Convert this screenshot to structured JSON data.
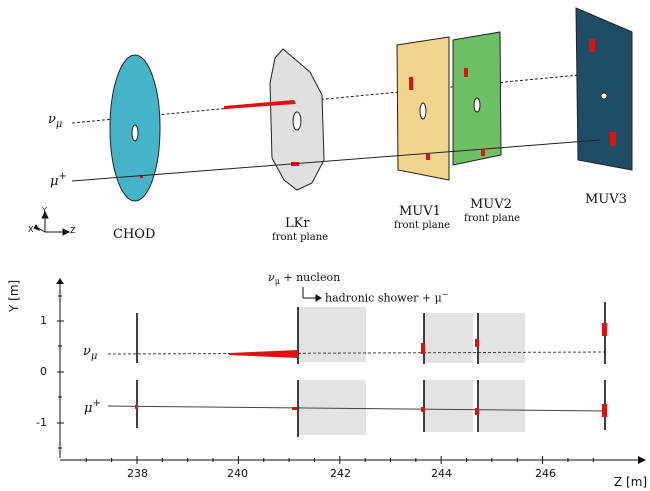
{
  "top": {
    "beams": [
      {
        "name": "nu",
        "label": "ν",
        "sub": "μ"
      },
      {
        "name": "mu",
        "label": "μ",
        "sup": "+"
      }
    ],
    "detectors": [
      {
        "name": "chod",
        "label": "CHOD",
        "sublabel": "",
        "color": "#46b4c8"
      },
      {
        "name": "lkr",
        "label": "LKr",
        "sublabel": "front plane",
        "color": "#e0e0e0"
      },
      {
        "name": "muv1",
        "label": "MUV1",
        "sublabel": "front plane",
        "color": "#f2d48c"
      },
      {
        "name": "muv2",
        "label": "MUV2",
        "sublabel": "front plane",
        "color": "#6cbf62"
      },
      {
        "name": "muv3",
        "label": "MUV3",
        "sublabel": "",
        "color": "#1e4e66"
      }
    ],
    "axes": {
      "x": "X",
      "y": "Y",
      "z": "Z"
    }
  },
  "bottom": {
    "ylabel": "Y [m]",
    "xlabel": "Z [m]",
    "yticks": [
      "1",
      "0",
      "-1"
    ],
    "xticks": [
      "238",
      "240",
      "242",
      "244",
      "246"
    ],
    "annotation_line1": "ν",
    "annotation_line1_sub": "μ",
    "annotation_line1_rest": " + nucleon",
    "annotation_line2": "hadronic shower + μ",
    "annotation_line2_sup": "−",
    "nu_label": "ν",
    "nu_sub": "μ",
    "mu_label": "μ",
    "mu_sup": "+"
  },
  "colors": {
    "hit": "#e01010",
    "shower_box": "#e3e3e3"
  }
}
